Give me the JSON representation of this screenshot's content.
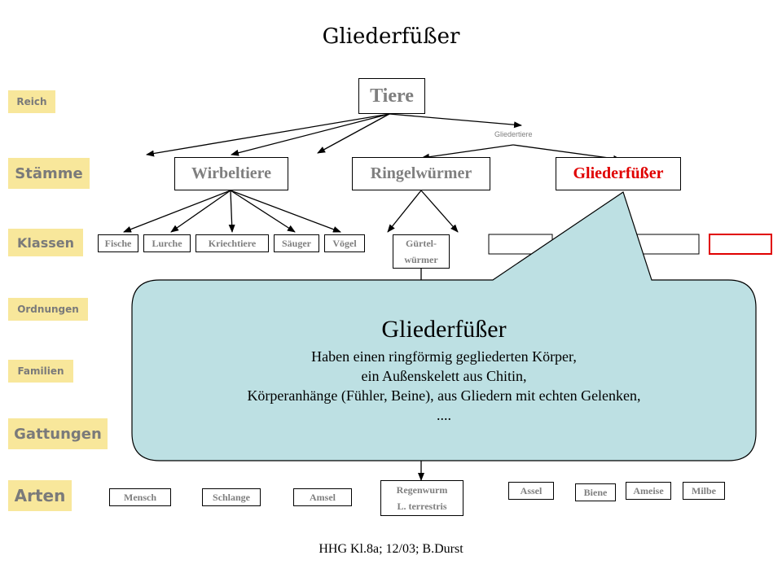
{
  "title": "Gliederfüßer",
  "ranks": {
    "reich": "Reich",
    "staemme": "Stämme",
    "klassen": "Klassen",
    "ordnungen": "Ordnungen",
    "familien": "Familien",
    "gattungen": "Gattungen",
    "arten": "Arten"
  },
  "root": "Tiere",
  "edge_label_gliedertiere": "Gliedertiere",
  "phyla": {
    "wirbeltiere": "Wirbeltiere",
    "ringelwuermer": "Ringelwürmer",
    "gliederfuesser": "Gliederfüßer"
  },
  "classes": {
    "fische": "Fische",
    "lurche": "Lurche",
    "kriechtiere": "Kriechtiere",
    "saeuger": "Säuger",
    "voegel": "Vögel",
    "guertelwuermer_line1": "Gürtel-",
    "guertelwuermer_line2": "würmer"
  },
  "species": {
    "mensch": "Mensch",
    "schlange": "Schlange",
    "amsel": "Amsel",
    "regenwurm_line1": "Regenwurm",
    "regenwurm_line2": "L. terrestris",
    "assel": "Assel",
    "biene": "Biene",
    "ameise": "Ameise",
    "milbe": "Milbe"
  },
  "callout": {
    "heading": "Gliederfüßer",
    "lines": [
      "Haben einen ringförmig gegliederten Körper,",
      "ein Außenskelett aus Chitin,",
      "Körperanhänge (Fühler, Beine), aus Gliedern mit echten Gelenken,",
      "...."
    ]
  },
  "footer": "HHG Kl.8a;  12/03; B.Durst",
  "colors": {
    "rank_fill": "#f8e79b",
    "callout_fill": "#bde0e3",
    "highlight": "#e00000",
    "label_gray": "#7f7f7f"
  }
}
